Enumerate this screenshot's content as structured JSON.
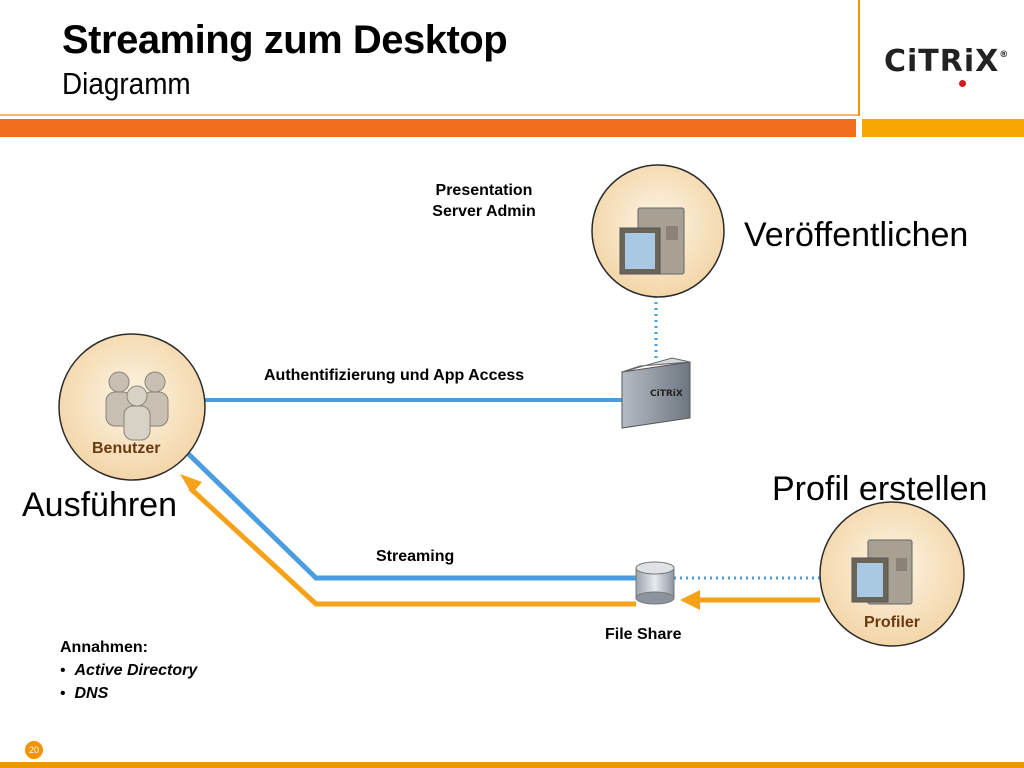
{
  "header": {
    "title": "Streaming zum Desktop",
    "subtitle": "Diagramm",
    "logo_text": "CiTRiX",
    "logo_mark": "®"
  },
  "nodes": {
    "admin_label": "Presentation Server Admin",
    "admin_line1": "Presentation",
    "admin_line2": "Server Admin",
    "publish": "Veröffentlichen",
    "users": "Benutzer",
    "execute": "Ausführen",
    "profile_create": "Profil erstellen",
    "profiler": "Profiler",
    "file_share": "File Share",
    "citrix_server_badge": "CiTRiX"
  },
  "connections": {
    "auth": "Authentifizierung und App Access",
    "streaming": "Streaming"
  },
  "assumptions": {
    "heading": "Annahmen:",
    "items": [
      "Active Directory",
      "DNS"
    ]
  },
  "footer": {
    "page_number": "20"
  },
  "colors": {
    "accent_orange": "#f06e1e",
    "line_blue": "#4a9de0",
    "arrow_orange": "#f5a21a",
    "node_fill": "#f7e3c3"
  }
}
